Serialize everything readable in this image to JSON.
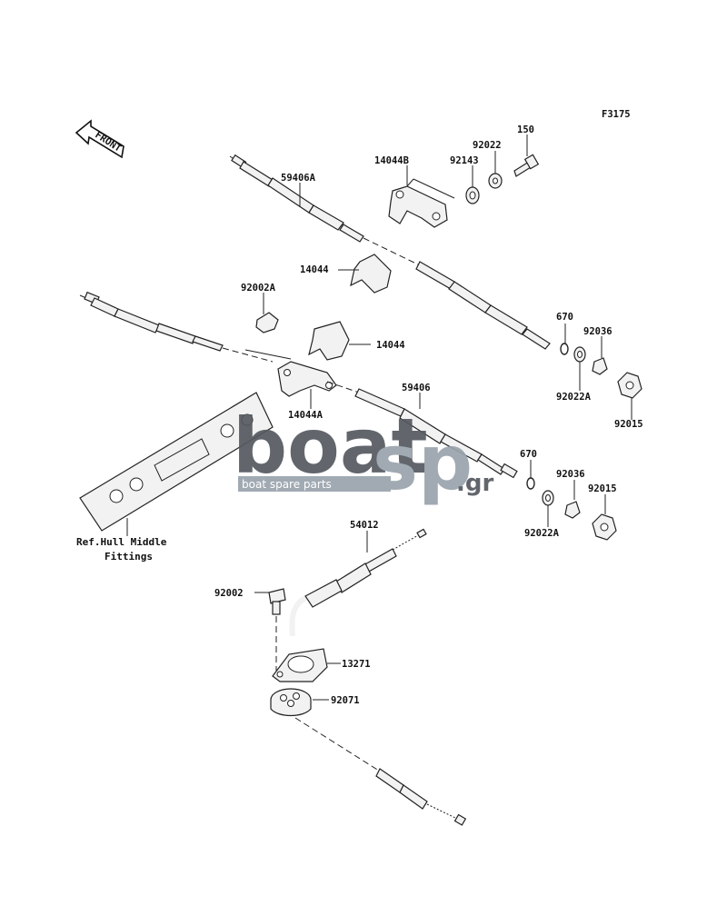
{
  "figure_code": "F3175",
  "front_label": "FRONT",
  "watermark": {
    "brand_left": "boat",
    "brand_right": "sp",
    "domain": ".gr",
    "tagline": "boat spare parts",
    "color_dark": "#555a60",
    "color_light": "#9aa3ad"
  },
  "parts": [
    {
      "id": "59406A",
      "label": "59406A"
    },
    {
      "id": "14044B",
      "label": "14044B"
    },
    {
      "id": "92022",
      "label": "92022"
    },
    {
      "id": "150",
      "label": "150"
    },
    {
      "id": "92143",
      "label": "92143"
    },
    {
      "id": "14044-top",
      "label": "14044"
    },
    {
      "id": "92002A",
      "label": "92002A"
    },
    {
      "id": "14044-mid",
      "label": "14044"
    },
    {
      "id": "670-a",
      "label": "670"
    },
    {
      "id": "92036-a",
      "label": "92036"
    },
    {
      "id": "92022A-a",
      "label": "92022A"
    },
    {
      "id": "92015-a",
      "label": "92015"
    },
    {
      "id": "14044A",
      "label": "14044A"
    },
    {
      "id": "59406",
      "label": "59406"
    },
    {
      "id": "670-b",
      "label": "670"
    },
    {
      "id": "92036-b",
      "label": "92036"
    },
    {
      "id": "92015-b",
      "label": "92015"
    },
    {
      "id": "92022A-b",
      "label": "92022A"
    },
    {
      "id": "54012",
      "label": "54012"
    },
    {
      "id": "92002",
      "label": "92002"
    },
    {
      "id": "13271",
      "label": "13271"
    },
    {
      "id": "92071",
      "label": "92071"
    }
  ],
  "reference_note": [
    "Ref.Hull Middle",
    "Fittings"
  ]
}
